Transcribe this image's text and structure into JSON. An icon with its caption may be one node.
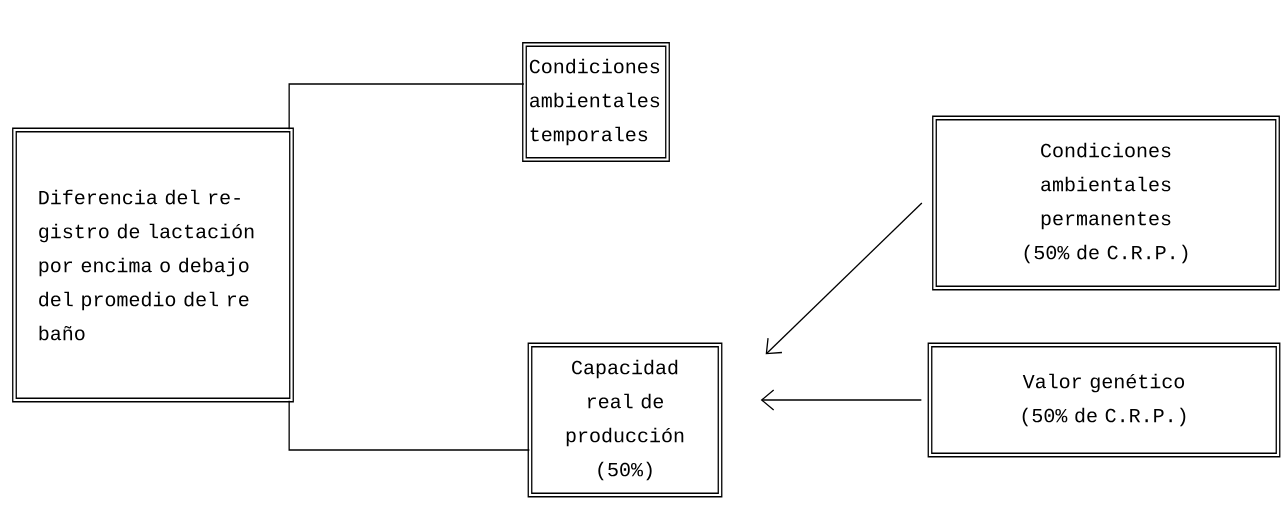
{
  "diagram": {
    "nodes": [
      {
        "text": [
          "Diferencia del re- gistro de lactación por encima o debajo del promedio del re baño"
        ]
      },
      {
        "text": [
          "Condiciones ambientales temporales"
        ]
      },
      {
        "text": [
          "Condiciones ambientales permanentes (50% de C.R.P.)"
        ]
      },
      {
        "text": [
          "Capacidad real de producción (50%)"
        ]
      },
      {
        "text": [
          "Valor genético (50% de C.R.P.)"
        ]
      }
    ],
    "edges": [
      {
        "from": 0,
        "to": 1,
        "arrow": "none"
      },
      {
        "from": 0,
        "to": 3,
        "arrow": "none"
      },
      {
        "from": 2,
        "to": 3,
        "arrow": "to"
      },
      {
        "from": 4,
        "to": 3,
        "arrow": "to"
      }
    ]
  }
}
